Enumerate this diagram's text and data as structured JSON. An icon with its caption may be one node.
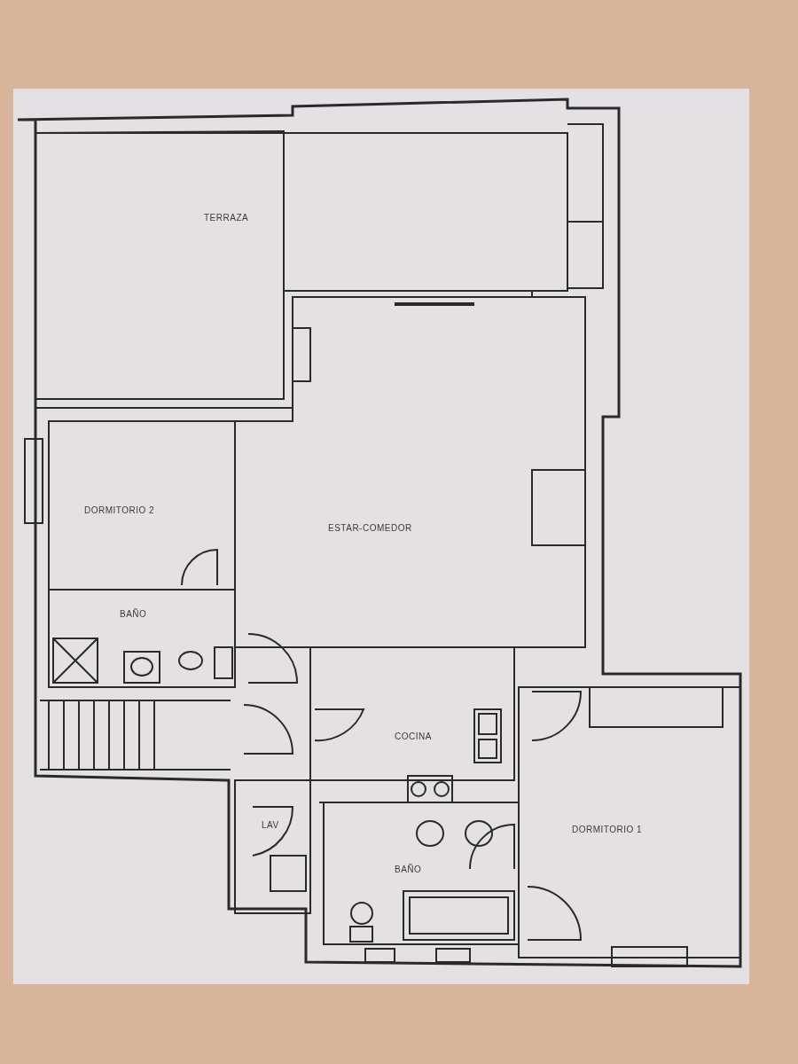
{
  "diagram": {
    "nodes": [
      {
        "text": [
          "TERRAZA"
        ]
      },
      {
        "text": [
          "DORMITORIO 2"
        ]
      },
      {
        "text": [
          "ESTAR-COMEDOR"
        ]
      },
      {
        "text": [
          "BAÑO"
        ]
      },
      {
        "text": [
          "COCINA"
        ]
      },
      {
        "text": [
          "LAV"
        ]
      },
      {
        "text": [
          "BAÑO"
        ]
      },
      {
        "text": [
          "DORMITORIO 1"
        ]
      }
    ]
  }
}
